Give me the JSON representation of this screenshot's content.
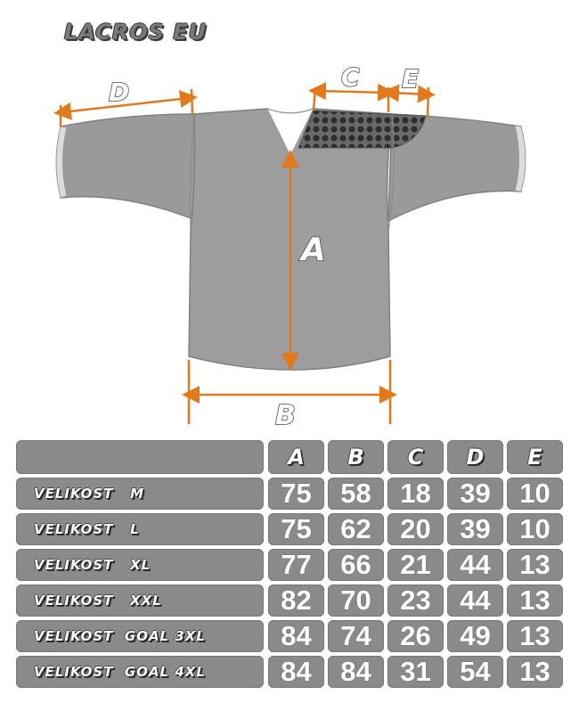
{
  "title": "LACROS EU",
  "diagram": {
    "labels": {
      "A": "A",
      "B": "B",
      "C": "C",
      "D": "D",
      "E": "E"
    },
    "colors": {
      "jersey": "#9a9a9a",
      "jersey_outline": "#777777",
      "arrow": "#e27a1c",
      "mesh": "#3a3a3a"
    }
  },
  "table": {
    "columns": [
      "A",
      "B",
      "C",
      "D",
      "E"
    ],
    "rows": [
      {
        "label": "VELIKOST   M",
        "values": [
          "75",
          "58",
          "18",
          "39",
          "10"
        ]
      },
      {
        "label": "VELIKOST   L",
        "values": [
          "75",
          "62",
          "20",
          "39",
          "10"
        ]
      },
      {
        "label": "VELIKOST   XL",
        "values": [
          "77",
          "66",
          "21",
          "44",
          "13"
        ]
      },
      {
        "label": "VELIKOST   XXL",
        "values": [
          "82",
          "70",
          "23",
          "44",
          "13"
        ]
      },
      {
        "label": "VELIKOST  GOAL 3XL",
        "values": [
          "84",
          "74",
          "26",
          "49",
          "13"
        ]
      },
      {
        "label": "VELIKOST  GOAL 4XL",
        "values": [
          "84",
          "84",
          "31",
          "54",
          "13"
        ]
      }
    ],
    "colors": {
      "cell": "#8a8a8a"
    }
  }
}
